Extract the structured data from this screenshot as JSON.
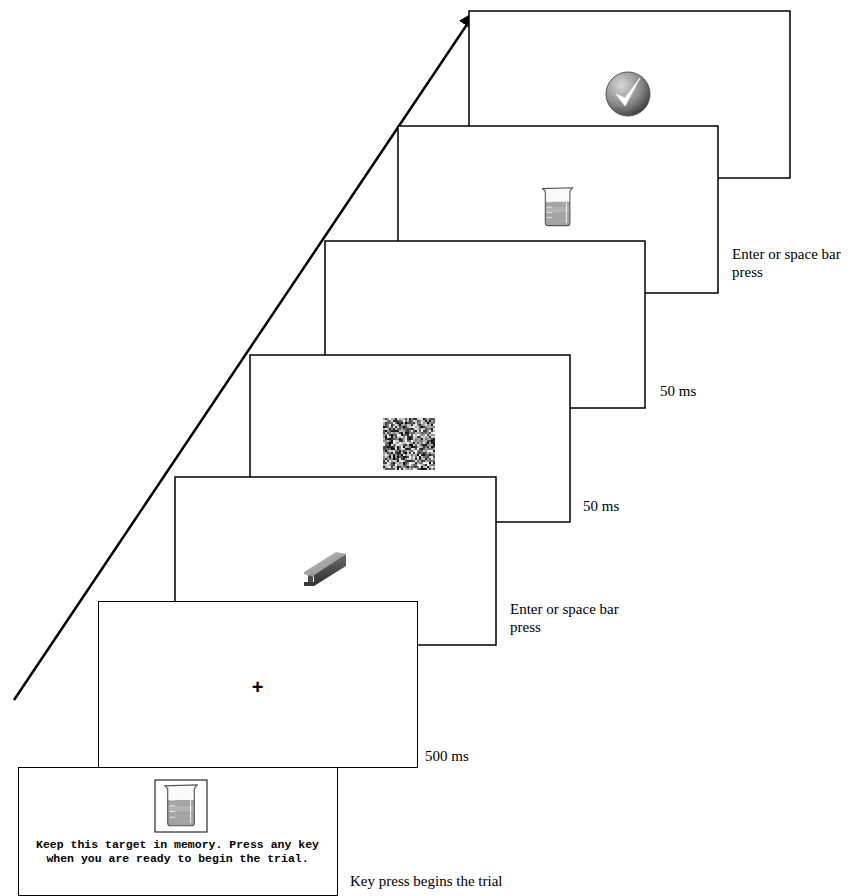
{
  "diagram": {
    "nodes": [
      {
        "text": [
          "Keep this target in memory. Press any key when you are ready to begin the trial."
        ]
      },
      {
        "text": [
          "+"
        ]
      }
    ],
    "labels": [
      "Key press begins the trial",
      "500 ms",
      "Enter or space bar press",
      "50 ms",
      "50 ms",
      "Enter or space bar press"
    ]
  }
}
